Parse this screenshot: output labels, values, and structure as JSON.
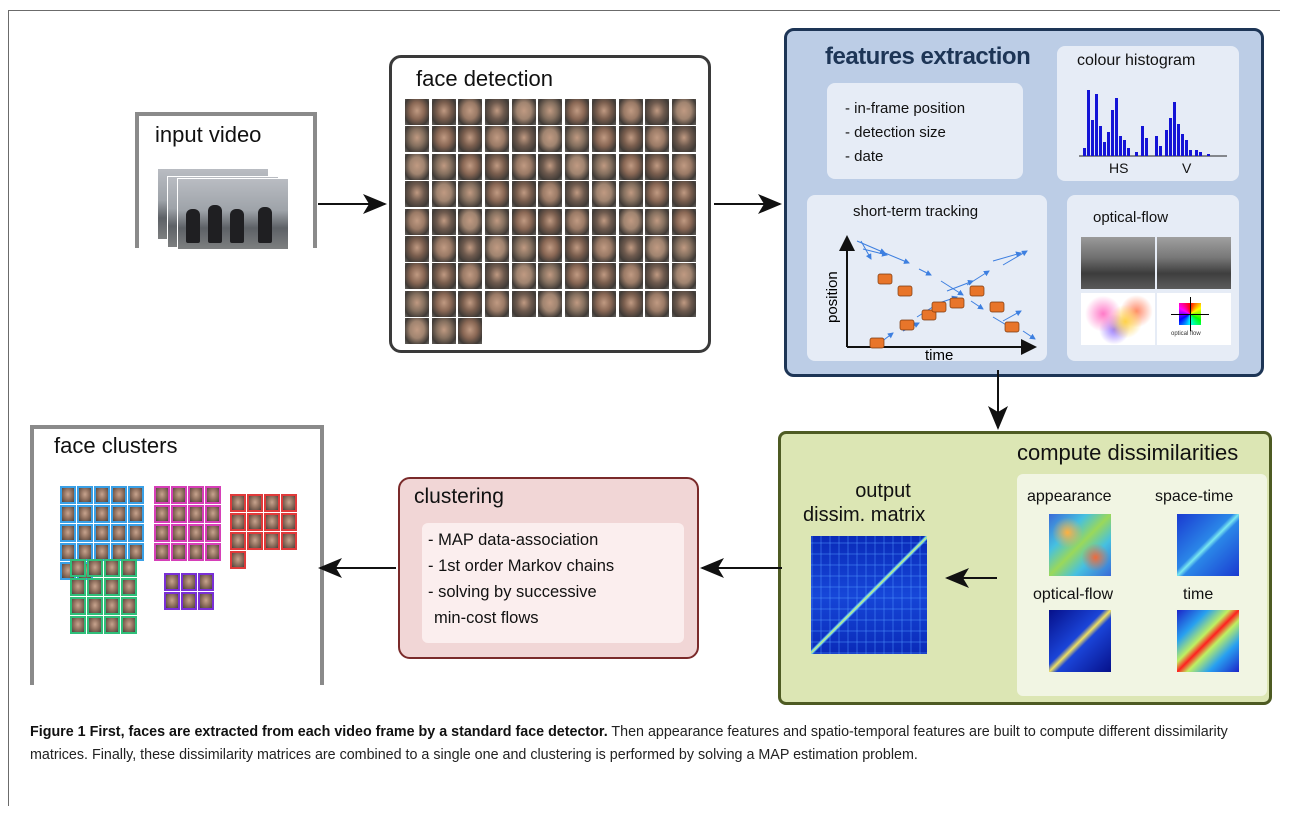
{
  "input_video": {
    "title": "input video"
  },
  "face_detection": {
    "title": "face detection",
    "face_count": 91
  },
  "features_extraction": {
    "title": "features extraction",
    "bullets": [
      "- in-frame position",
      "- detection size",
      "- date"
    ],
    "colour_histogram": {
      "title": "colour histogram",
      "label_hs": "HS",
      "label_v": "V"
    },
    "short_term_tracking": {
      "title": "short-term tracking",
      "ylabel": "position",
      "xlabel": "time"
    },
    "optical_flow": {
      "title": "optical-flow",
      "legend_text": "optical flow"
    }
  },
  "compute_dissimilarities": {
    "title": "compute dissimilarities",
    "output_label_1": "output",
    "output_label_2": "dissim. matrix",
    "matrices": [
      "appearance",
      "space-time",
      "optical-flow",
      "time"
    ]
  },
  "clustering": {
    "title": "clustering",
    "bullets": [
      "- MAP data-association",
      "- 1st order Markov chains",
      "- solving by successive",
      "min-cost flows"
    ]
  },
  "face_clusters": {
    "title": "face clusters",
    "colors": [
      "#3aa0e6",
      "#d63fb8",
      "#e03a3a",
      "#2fbf7a",
      "#7a2fd6"
    ]
  },
  "caption": {
    "bold": "Figure 1 First, faces are extracted from each video frame by a standard face detector.",
    "text": " Then appearance features and spatio-temporal features are built to compute different dissimilarity matrices. Finally, these dissimilarity matrices are combined to a single one and clustering is performed by solving a MAP estimation problem."
  }
}
